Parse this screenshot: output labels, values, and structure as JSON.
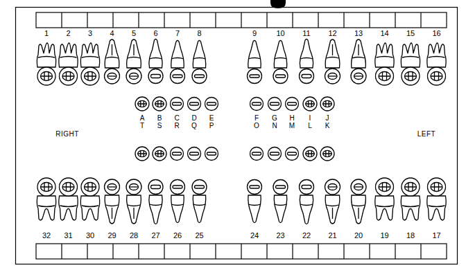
{
  "diagram": {
    "labels": [
      "1",
      "2",
      "3",
      "4",
      "5",
      "6",
      "7",
      "8",
      "9",
      "10",
      "11",
      "12",
      "13",
      "14",
      "15",
      "16",
      "RIGHT",
      "A",
      "B",
      "C",
      "D",
      "E",
      "F",
      "G",
      "H",
      "I",
      "J",
      "T",
      "S",
      "R",
      "Q",
      "P",
      "O",
      "N",
      "M",
      "L",
      "K",
      "LEFT",
      "32",
      "31",
      "30",
      "29",
      "28",
      "27",
      "26",
      "25",
      "24",
      "23",
      "22",
      "21",
      "20",
      "19",
      "18",
      "17"
    ]
  }
}
